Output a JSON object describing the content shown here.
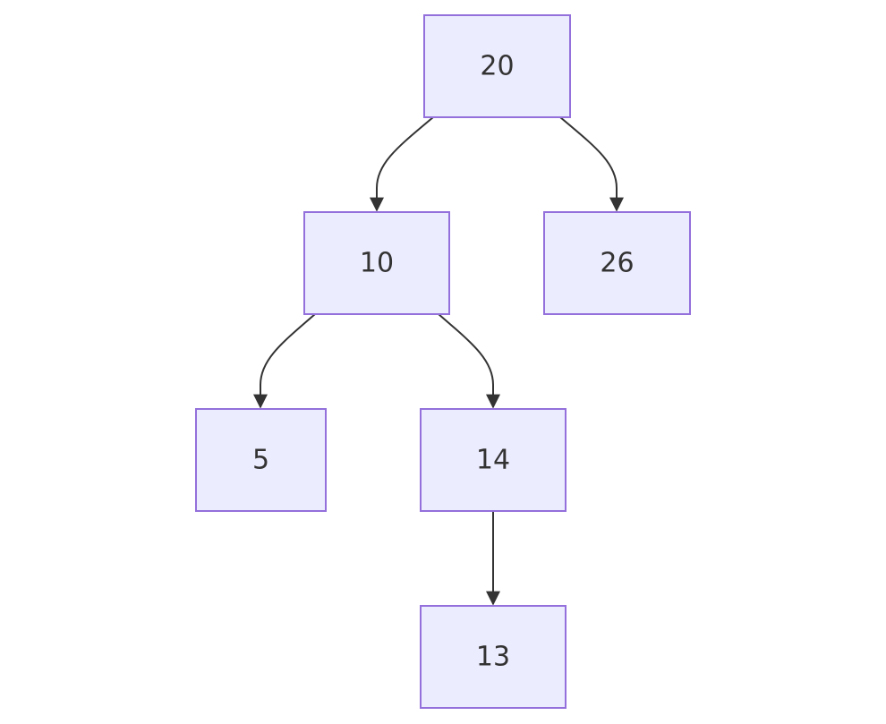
{
  "colors": {
    "node_fill": "#ececff",
    "node_stroke": "#9370db",
    "edge": "#333333",
    "text": "#333333"
  },
  "nodes": [
    {
      "id": "n20",
      "label": "20"
    },
    {
      "id": "n10",
      "label": "10"
    },
    {
      "id": "n26",
      "label": "26"
    },
    {
      "id": "n5",
      "label": "5"
    },
    {
      "id": "n14",
      "label": "14"
    },
    {
      "id": "n13",
      "label": "13"
    }
  ],
  "edges": [
    {
      "from": "n20",
      "to": "n10"
    },
    {
      "from": "n20",
      "to": "n26"
    },
    {
      "from": "n10",
      "to": "n5"
    },
    {
      "from": "n10",
      "to": "n14"
    },
    {
      "from": "n14",
      "to": "n13"
    }
  ]
}
